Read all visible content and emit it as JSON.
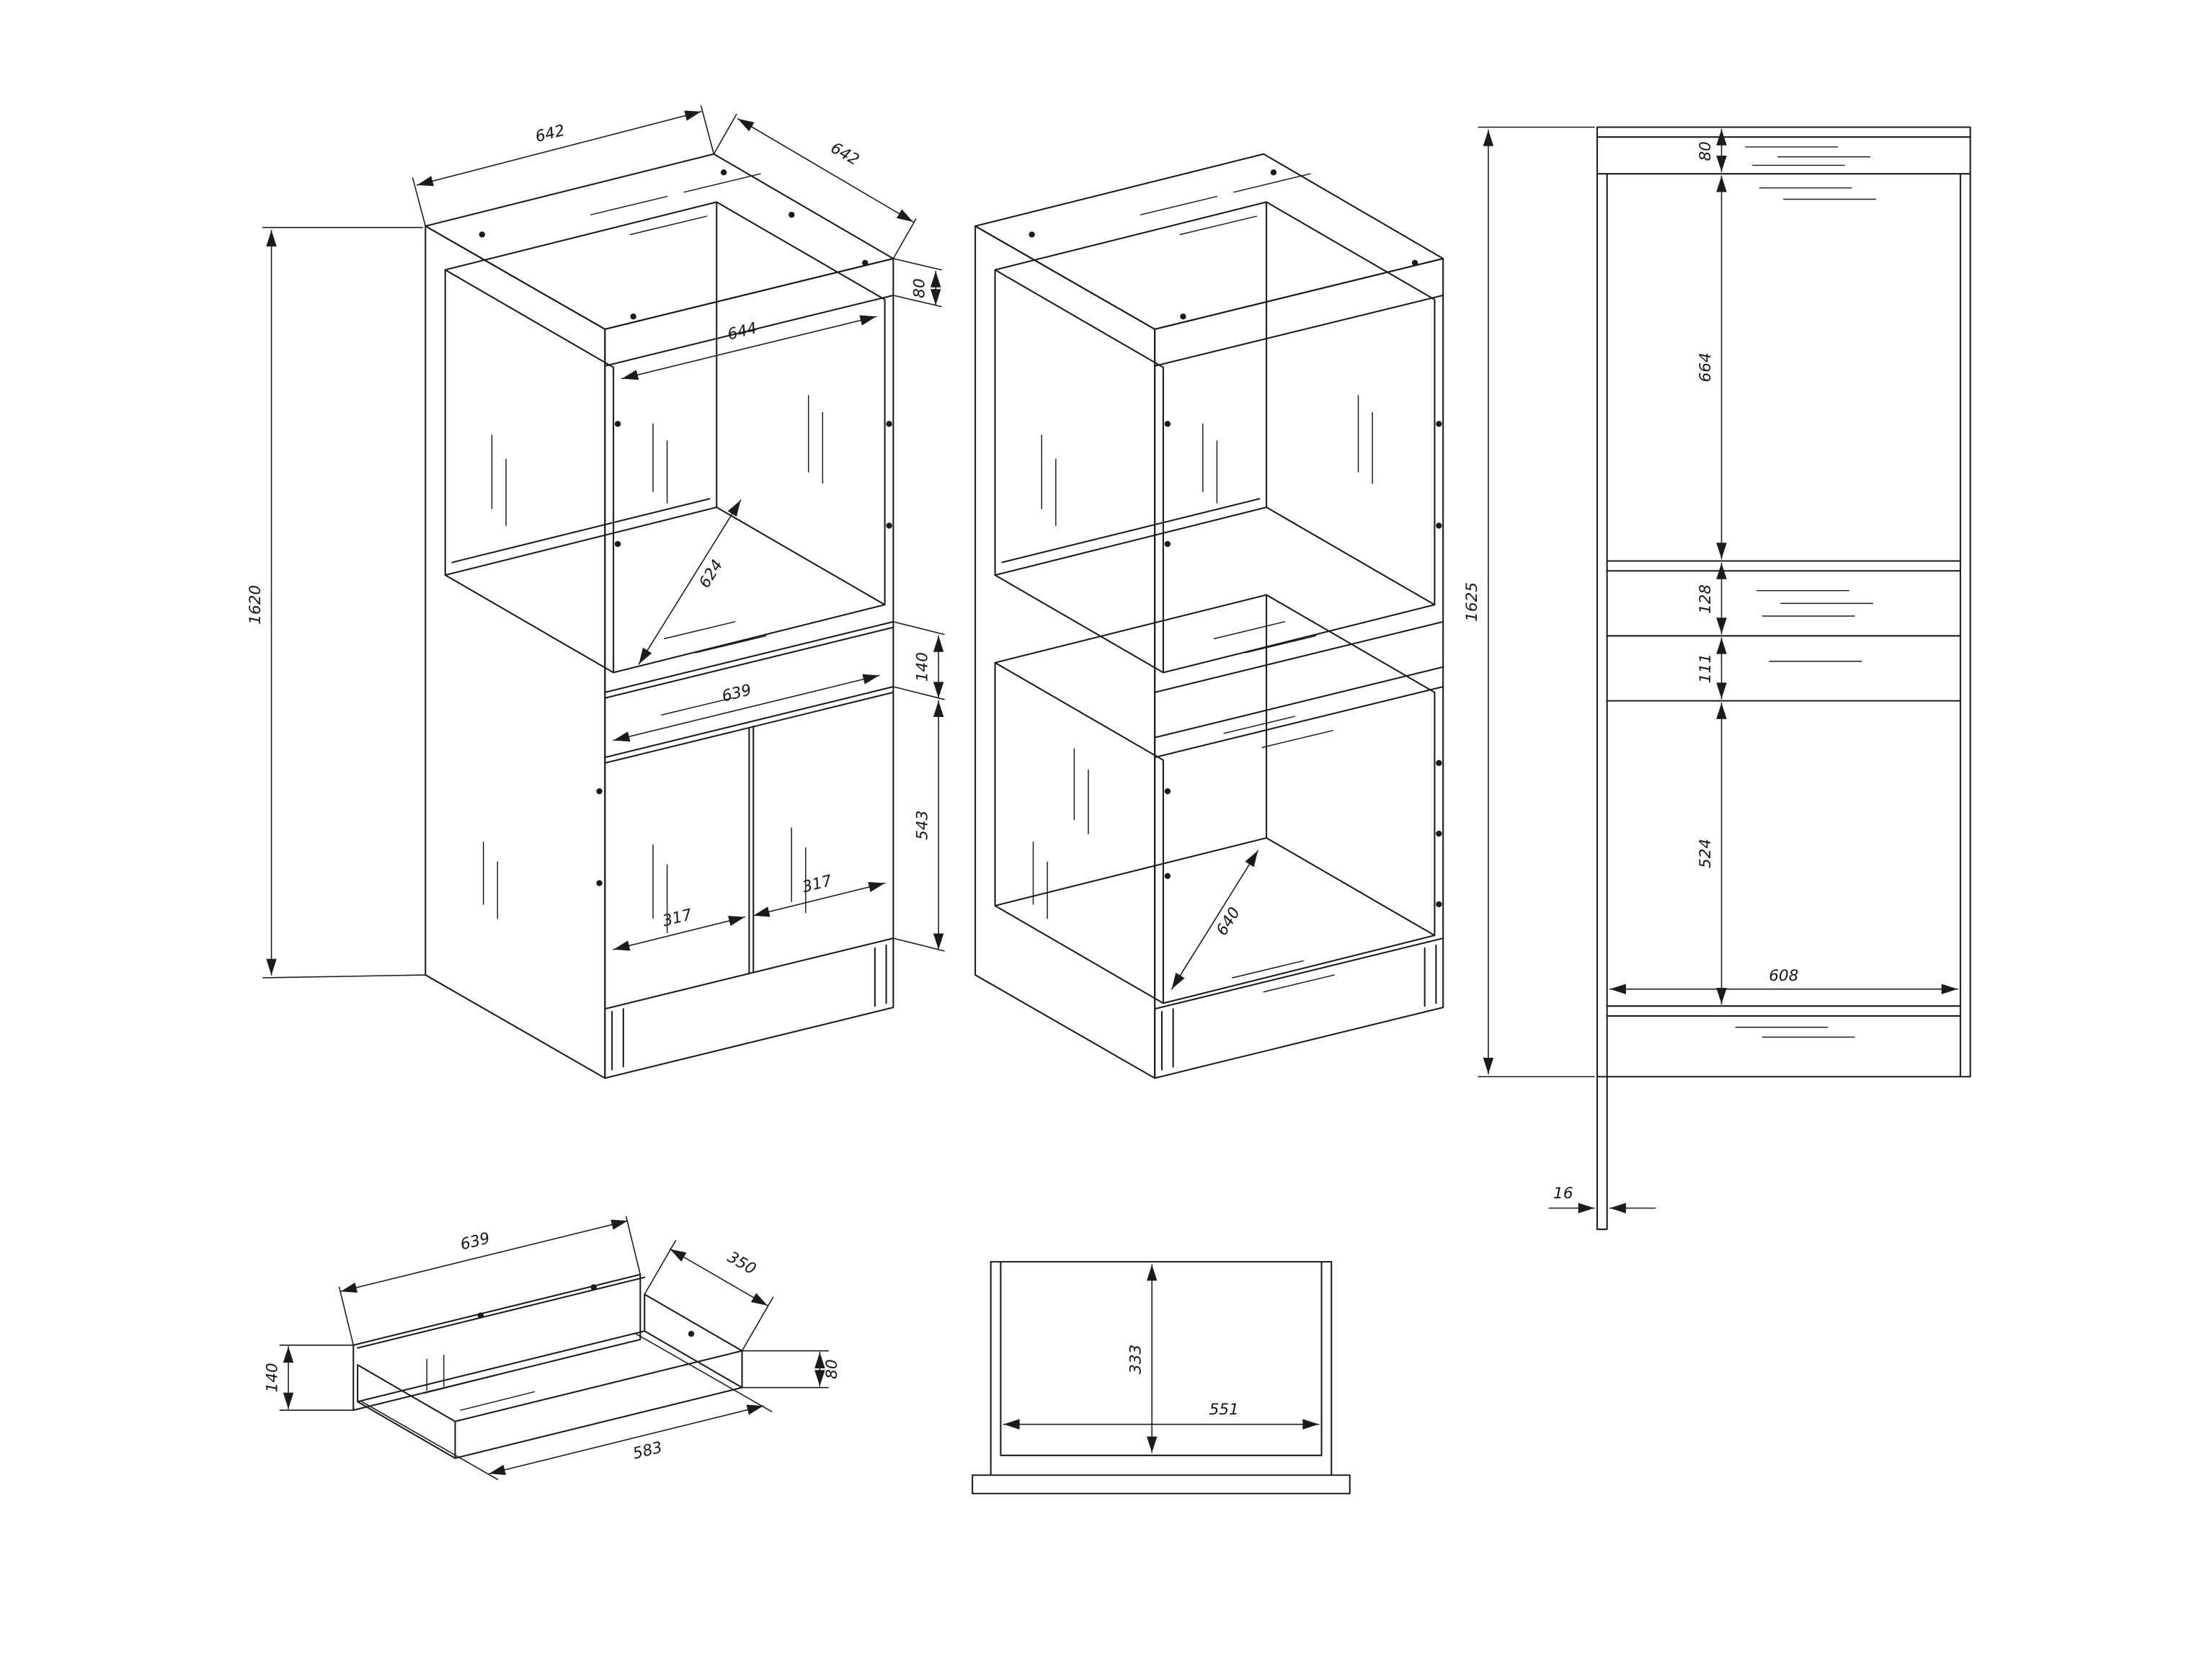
{
  "colors": {
    "background": "#ffffff",
    "line": "#1b1b1b"
  },
  "dims": {
    "cabinet_iso": {
      "top_depth": "642",
      "top_width": "642",
      "top_rail_height": "80",
      "opening_width": "644",
      "total_height": "1620",
      "floor_depth": "624",
      "drawer_front_width": "639",
      "drawer_front_height": "140",
      "door_height": "543",
      "door_left_width": "317",
      "door_right_width": "317"
    },
    "carcass_iso": {
      "bottom_inner_width": "640"
    },
    "side_view": {
      "total_height": "1625",
      "top_rail_height": "80",
      "upper_opening_height": "664",
      "shelf_zone_height": "128",
      "rail_gap_height": "111",
      "lower_opening_height": "524",
      "inner_depth": "608",
      "panel_thickness": "16"
    },
    "drawer_iso": {
      "front_width": "639",
      "depth": "350",
      "front_height": "140",
      "back_height": "80",
      "bottom_width": "583"
    },
    "drawer_front_view": {
      "inner_height": "333",
      "inner_width": "551"
    }
  }
}
